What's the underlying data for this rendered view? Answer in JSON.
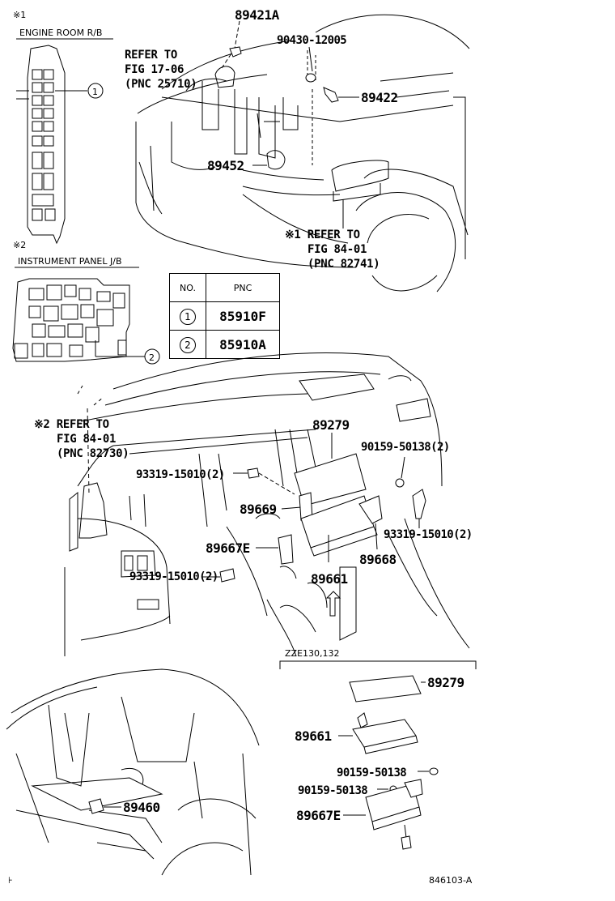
{
  "sections": {
    "engine_room": {
      "mark": "※1",
      "title": "ENGINE ROOM R/B",
      "callout": "1"
    },
    "instrument_panel": {
      "mark": "※2",
      "title": "INSTRUMENT PANEL J/B",
      "callout": "2"
    }
  },
  "table": {
    "headers": [
      "NO.",
      "PNC"
    ],
    "rows": [
      {
        "no": "1",
        "pnc": "85910F"
      },
      {
        "no": "2",
        "pnc": "85910A"
      }
    ]
  },
  "refs": {
    "fig17": [
      "REFER TO",
      "FIG 17-06",
      "(PNC 25710)"
    ],
    "fig84a": [
      "※1 REFER TO",
      "FIG 84-01",
      "(PNC 82741)"
    ],
    "fig84b": [
      "※2 REFER TO",
      "FIG 84-01",
      "(PNC 82730)"
    ]
  },
  "parts": {
    "p89421a": "89421A",
    "p9043012005": "90430-12005",
    "p89422": "89422",
    "p89452": "89452",
    "p89279": "89279",
    "p9015950138_2": "90159-50138(2)",
    "p9331915010_2a": "93319-15010(2)",
    "p89669": "89669",
    "p9331915010_2b": "93319-15010(2)",
    "p89667e": "89667E",
    "p89668": "89668",
    "p9331915010_2c": "93319-15010(2)",
    "p89661": "89661",
    "p89460": "89460"
  },
  "variant": {
    "title": "ZZE130,132",
    "p89279": "89279",
    "p89661": "89661",
    "p9015950138a": "90159-50138",
    "p9015950138b": "90159-50138",
    "p89667e": "89667E"
  },
  "footer": {
    "code": "846103-A",
    "left_mark": "⊦"
  }
}
